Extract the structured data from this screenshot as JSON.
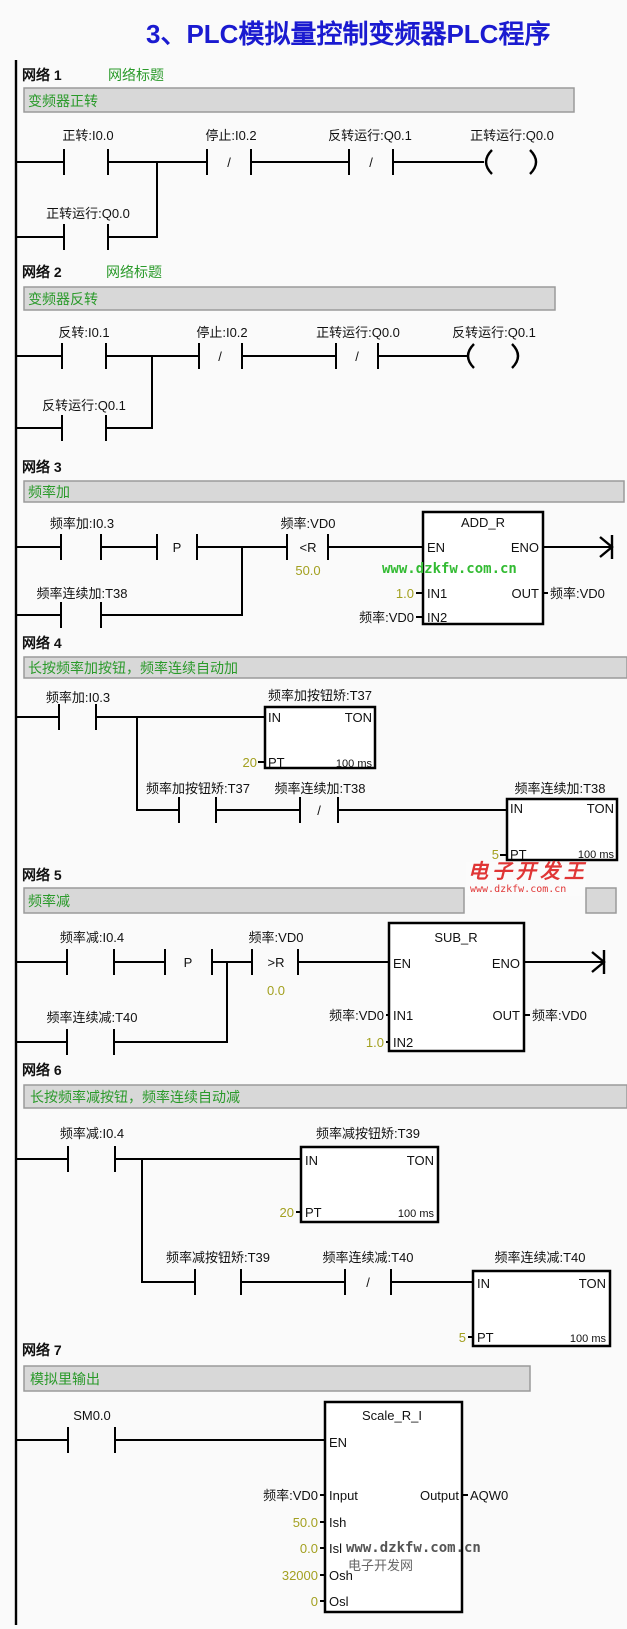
{
  "title": "3、PLC模拟量控制变频器PLC程序",
  "colors": {
    "title": "#1a1ad0",
    "comment_text": "#2a9a2a",
    "constant": "#a3a020",
    "comment_bar": "#d8d8d8"
  },
  "n1": {
    "label": "网络 1",
    "title": "网络标题",
    "comment": "变频器正转",
    "c1": "正转:I0.0",
    "c2": "停止:I0.2",
    "c3": "反转运行:Q0.1",
    "coil": "正转运行:Q0.0",
    "b1": "正转运行:Q0.0",
    "nc": "/"
  },
  "n2": {
    "label": "网络 2",
    "title": "网络标题",
    "comment": "变频器反转",
    "c1": "反转:I0.1",
    "c2": "停止:I0.2",
    "c3": "正转运行:Q0.0",
    "coil": "反转运行:Q0.1",
    "b1": "反转运行:Q0.1",
    "nc": "/"
  },
  "n3": {
    "label": "网络 3",
    "comment": "频率加",
    "c1": "频率加:I0.3",
    "p": "P",
    "cmp_label": "频率:VD0",
    "cmp_op": "<R",
    "cmp_val": "50.0",
    "b1": "频率连续加:T38",
    "box": {
      "name": "ADD_R",
      "en": "EN",
      "eno": "ENO",
      "in1": "IN1",
      "in2": "IN2",
      "out": "OUT",
      "in1_val": "1.0",
      "in2_val": "频率:VD0",
      "out_val": "频率:VD0"
    },
    "watermark": "www.dzkfw.com.cn"
  },
  "n4": {
    "label": "网络 4",
    "comment": "长按频率加按钮，频率连续自动加",
    "c1": "频率加:I0.3",
    "t1": {
      "name": "频率加按钮矫:T37",
      "in": "IN",
      "type": "TON",
      "pt": "PT",
      "pt_val": "20",
      "base": "100 ms"
    },
    "b1": "频率加按钮矫:T37",
    "b2": "频率连续加:T38",
    "nc": "/",
    "t2": {
      "name": "频率连续加:T38",
      "in": "IN",
      "type": "TON",
      "pt": "PT",
      "pt_val": "5",
      "base": "100 ms"
    },
    "watermark_logo": "电子开发王",
    "watermark_url": "www.dzkfw.com.cn"
  },
  "n5": {
    "label": "网络 5",
    "comment": "频率减",
    "c1": "频率减:I0.4",
    "p": "P",
    "cmp_label": "频率:VD0",
    "cmp_op": ">R",
    "cmp_val": "0.0",
    "b1": "频率连续减:T40",
    "box": {
      "name": "SUB_R",
      "en": "EN",
      "eno": "ENO",
      "in1": "IN1",
      "in2": "IN2",
      "out": "OUT",
      "in1_val": "频率:VD0",
      "in2_val": "1.0",
      "out_val": "频率:VD0"
    }
  },
  "n6": {
    "label": "网络 6",
    "comment": "长按频率减按钮，频率连续自动减",
    "c1": "频率减:I0.4",
    "t1": {
      "name": "频率减按钮矫:T39",
      "in": "IN",
      "type": "TON",
      "pt": "PT",
      "pt_val": "20",
      "base": "100 ms"
    },
    "b1": "频率减按钮矫:T39",
    "b2": "频率连续减:T40",
    "nc": "/",
    "t2": {
      "name": "频率连续减:T40",
      "in": "IN",
      "type": "TON",
      "pt": "PT",
      "pt_val": "5",
      "base": "100 ms"
    }
  },
  "n7": {
    "label": "网络 7",
    "comment": "模拟里输出",
    "c1": "SM0.0",
    "box": {
      "name": "Scale_R_I",
      "en": "EN",
      "input": "Input",
      "ish": "Ish",
      "isl": "Isl",
      "osh": "Osh",
      "osl": "Osl",
      "output": "Output",
      "input_val": "频率:VD0",
      "ish_val": "50.0",
      "isl_val": "0.0",
      "osh_val": "32000",
      "osl_val": "0",
      "output_val": "AQW0"
    },
    "watermark_url": "www.dzkfw.com.cn",
    "watermark_name": "电子开发网"
  }
}
